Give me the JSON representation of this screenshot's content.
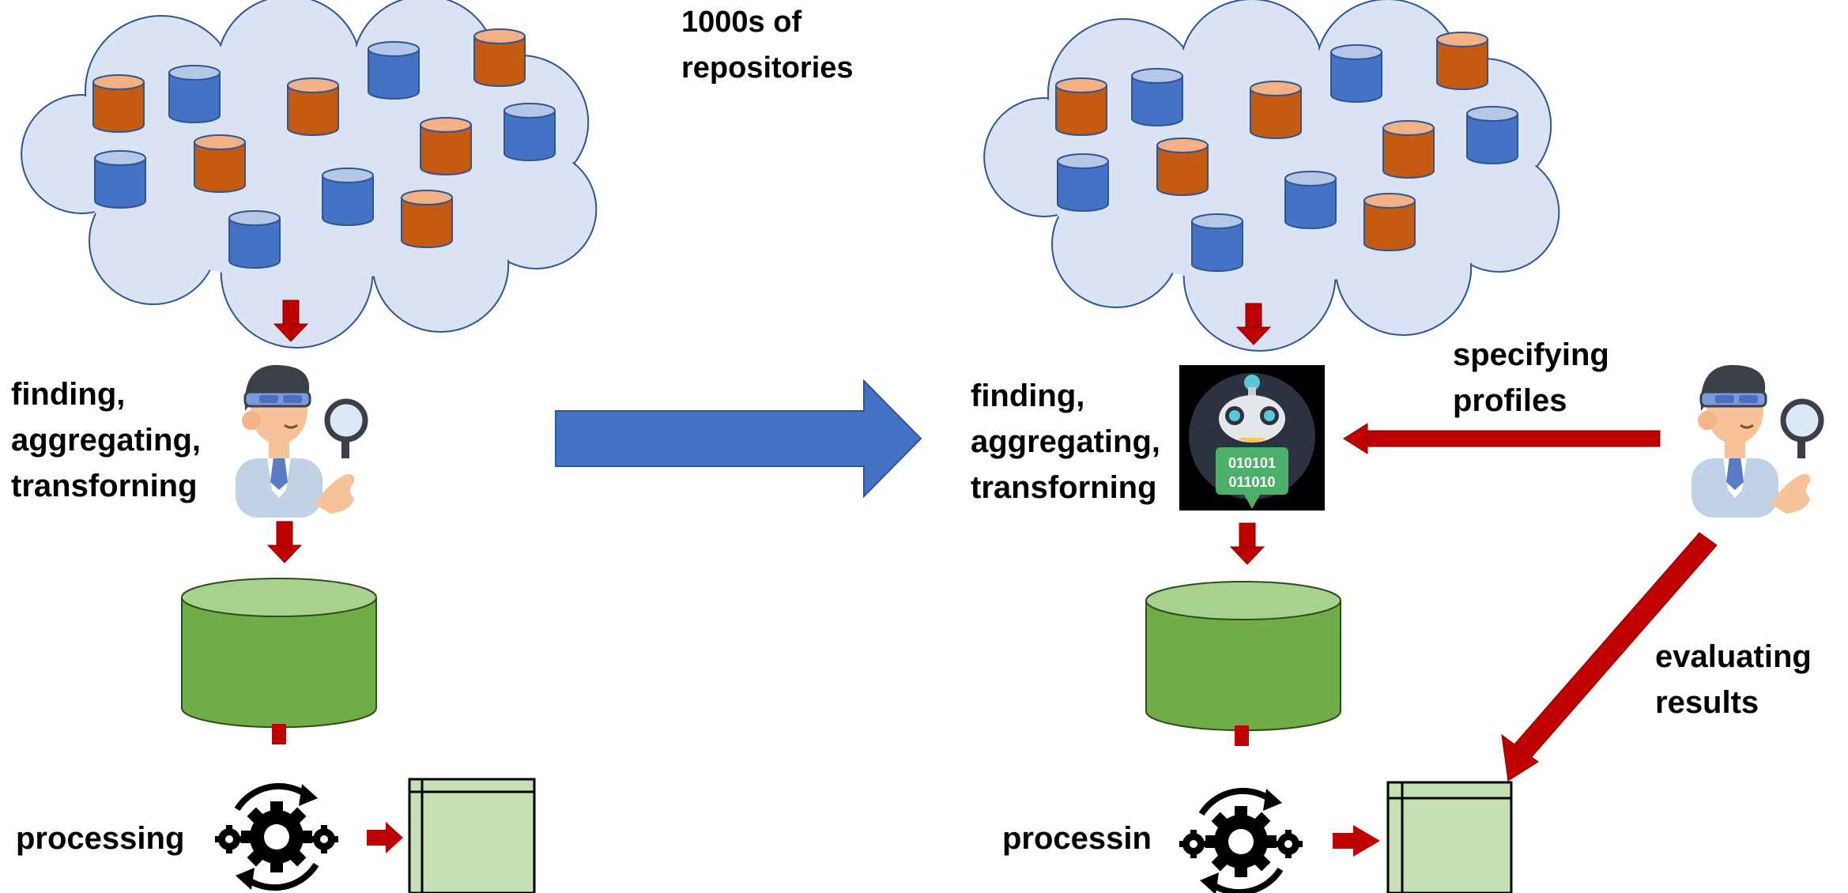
{
  "colors": {
    "cloud_fill": "#dae3f3",
    "cloud_stroke": "#2f5597",
    "repo_orange": "#c55a11",
    "repo_orange_top": "#f4b183",
    "repo_blue": "#4472c4",
    "repo_blue_top": "#b4c7e7",
    "database_green": "#70ad47",
    "database_top": "#a9d18e",
    "output_fill": "#c5e0b4",
    "arrow_red": "#c00000",
    "big_arrow_blue": "#4472c4"
  },
  "labels": {
    "repositories_line1": "1000s of",
    "repositories_line2": "repositories",
    "left_process_line1": "finding,",
    "left_process_line2": "aggregating,",
    "left_process_line3": "transforning",
    "left_processing": "processing",
    "right_process_line1": "finding,",
    "right_process_line2": "aggregating,",
    "right_process_line3": "transforning",
    "right_processing": "processin",
    "specifying_line1": "specifying",
    "specifying_line2": "profiles",
    "evaluating_line1": "evaluating",
    "evaluating_line2": "results",
    "robot_binary_line1": "010101",
    "robot_binary_line2": "011010"
  },
  "icons": {
    "repository": "database-cylinder-icon",
    "person": "analyst-with-magnifier-icon",
    "robot": "robot-binary-icon",
    "gears": "gears-cycle-icon",
    "output": "table-output-icon"
  }
}
